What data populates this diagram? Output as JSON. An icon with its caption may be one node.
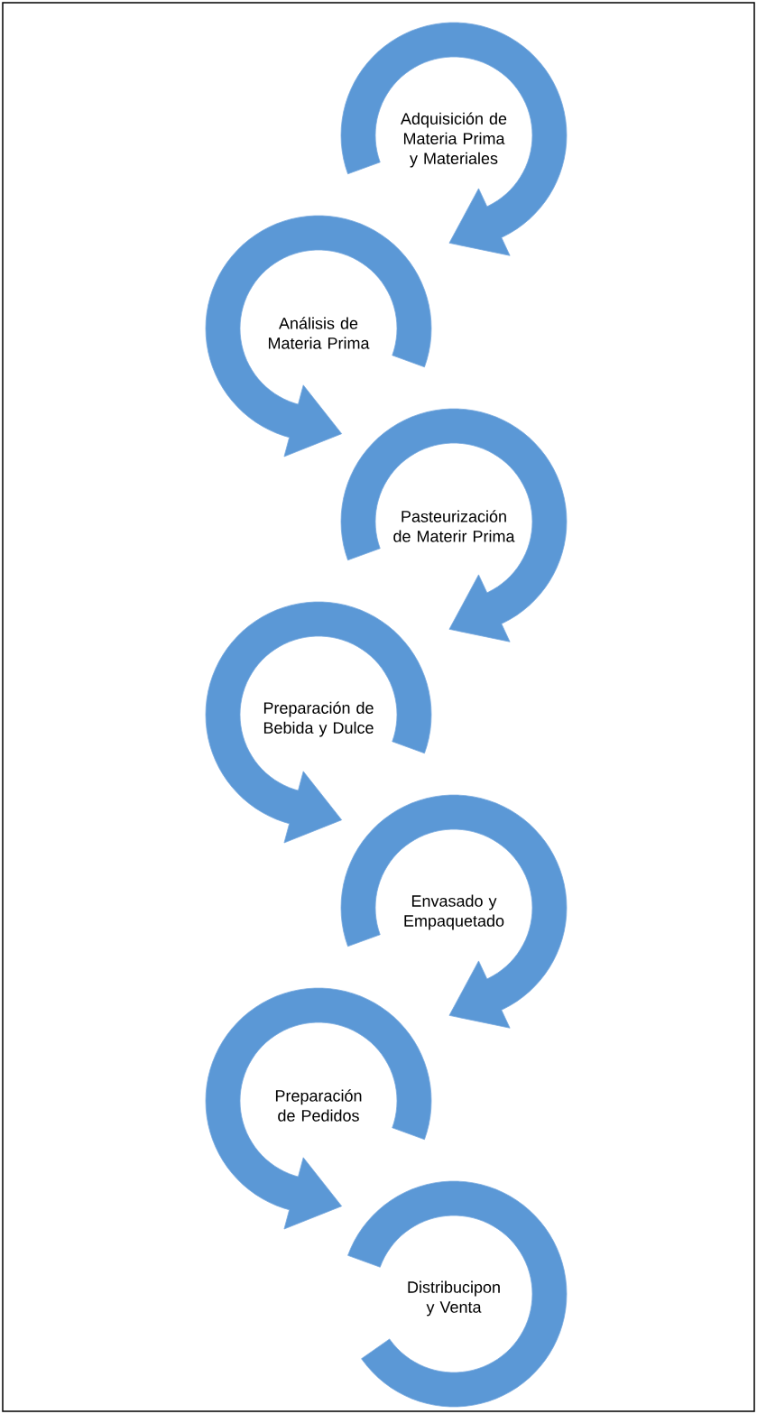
{
  "diagram": {
    "nodes": [
      {
        "text": [
          "Adquisición de Materia Prima y Materiales"
        ]
      },
      {
        "text": [
          "Análisis de Materia Prima"
        ]
      },
      {
        "text": [
          "Pasteurización de Materir Prima"
        ]
      },
      {
        "text": [
          "Preparación de Bebida y Dulce"
        ]
      },
      {
        "text": [
          "Envasado y Empaquetado"
        ]
      },
      {
        "text": [
          "Preparación de Pedidos"
        ]
      },
      {
        "text": [
          "Distribucipon y Venta"
        ]
      }
    ]
  }
}
